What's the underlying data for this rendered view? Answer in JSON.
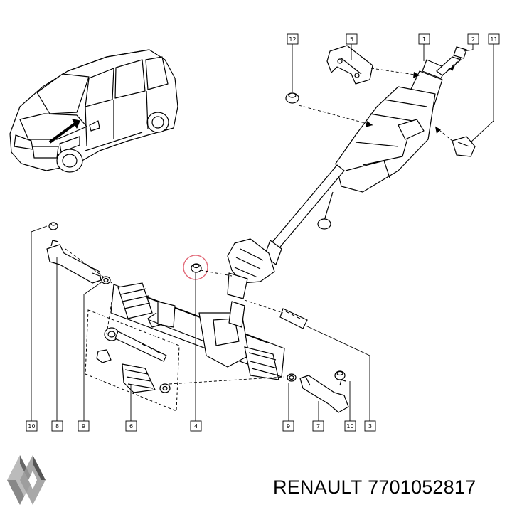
{
  "callouts": [
    "12",
    "5",
    "1",
    "2",
    "11",
    "10",
    "8",
    "9",
    "6",
    "4",
    "9",
    "7",
    "10",
    "3"
  ],
  "caption": {
    "brand": "RENAULT",
    "part_number": "7701052817"
  },
  "colors": {
    "line": "#000000",
    "highlight_circle": "#e06070",
    "logo_dark": "#666666",
    "logo_light": "#bbbbbb"
  },
  "icons": [
    "renault-logo-icon"
  ]
}
